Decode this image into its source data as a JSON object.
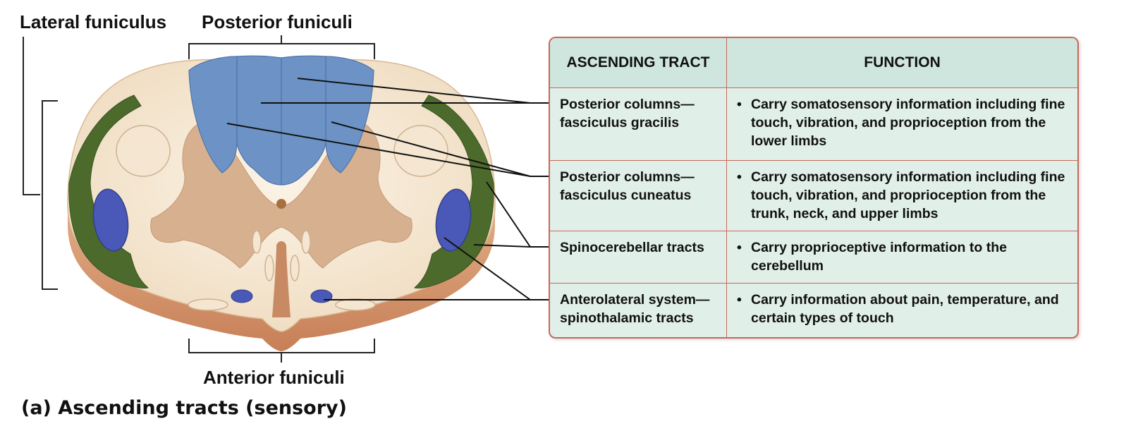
{
  "labels": {
    "lateral_funiculus": "Lateral funiculus",
    "posterior_funiculi": "Posterior funiculi",
    "anterior_funiculi": "Anterior funiculi"
  },
  "caption": "(a) Ascending tracts (sensory)",
  "table": {
    "headers": [
      "ASCENDING TRACT",
      "FUNCTION"
    ],
    "rows": [
      {
        "tract": "Posterior columns— fasciculus gracilis",
        "bullet": "•",
        "function": "Carry somatosensory information including fine touch, vibration, and proprioception from the lower limbs"
      },
      {
        "tract": "Posterior columns— fasciculus cuneatus",
        "bullet": "•",
        "function": "Carry somatosensory information including fine touch, vibration, and proprioception from the trunk, neck, and upper limbs"
      },
      {
        "tract": "Spinocerebellar tracts",
        "bullet": "•",
        "function": "Carry proprioceptive information to the cerebellum"
      },
      {
        "tract": "Anterolateral system— spinothalamic tracts",
        "bullet": "•",
        "function": "Carry information about pain, temperature, and certain types of touch"
      }
    ]
  },
  "colors": {
    "white_matter": "#f3e5cf",
    "gray_matter": "#d6b08f",
    "posterior_columns": "#6d93c6",
    "spinocerebellar": "#4b6a2c",
    "spinothalamic": "#4a58b8",
    "table_border": "#c8685a",
    "table_fill": "#e1efe9",
    "header_fill": "#cfe6de"
  }
}
